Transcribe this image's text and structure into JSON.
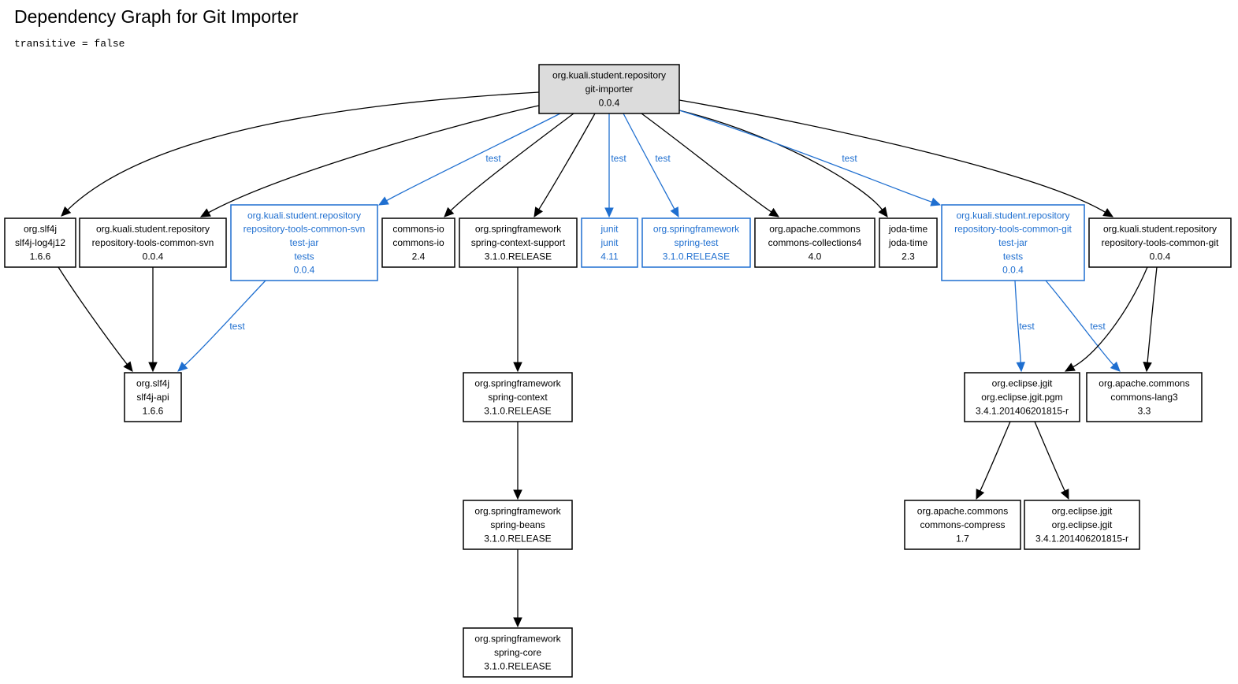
{
  "title": "Dependency Graph for Git Importer",
  "subtitle": "transitive = false",
  "colors": {
    "test": "#1f6fd0",
    "root_fill": "#dcdcdc",
    "default": "#000000"
  },
  "nodes": [
    {
      "id": "root",
      "lines": [
        "org.kuali.student.repository",
        "git-importer",
        "0.0.4"
      ],
      "style": "root"
    },
    {
      "id": "log4j12",
      "lines": [
        "org.slf4j",
        "slf4j-log4j12",
        "1.6.6"
      ],
      "style": "normal"
    },
    {
      "id": "rtc-svn",
      "lines": [
        "org.kuali.student.repository",
        "repository-tools-common-svn",
        "0.0.4"
      ],
      "style": "normal"
    },
    {
      "id": "rtc-svn-test",
      "lines": [
        "org.kuali.student.repository",
        "repository-tools-common-svn",
        "test-jar",
        "tests",
        "0.0.4"
      ],
      "style": "test"
    },
    {
      "id": "commons-io",
      "lines": [
        "commons-io",
        "commons-io",
        "2.4"
      ],
      "style": "normal"
    },
    {
      "id": "spring-context-support",
      "lines": [
        "org.springframework",
        "spring-context-support",
        "3.1.0.RELEASE"
      ],
      "style": "normal"
    },
    {
      "id": "junit",
      "lines": [
        "junit",
        "junit",
        "4.11"
      ],
      "style": "test"
    },
    {
      "id": "spring-test",
      "lines": [
        "org.springframework",
        "spring-test",
        "3.1.0.RELEASE"
      ],
      "style": "test"
    },
    {
      "id": "collections4",
      "lines": [
        "org.apache.commons",
        "commons-collections4",
        "4.0"
      ],
      "style": "normal"
    },
    {
      "id": "joda-time",
      "lines": [
        "joda-time",
        "joda-time",
        "2.3"
      ],
      "style": "normal"
    },
    {
      "id": "rtc-git-test",
      "lines": [
        "org.kuali.student.repository",
        "repository-tools-common-git",
        "test-jar",
        "tests",
        "0.0.4"
      ],
      "style": "test"
    },
    {
      "id": "rtc-git",
      "lines": [
        "org.kuali.student.repository",
        "repository-tools-common-git",
        "0.0.4"
      ],
      "style": "normal"
    },
    {
      "id": "slf4j-api",
      "lines": [
        "org.slf4j",
        "slf4j-api",
        "1.6.6"
      ],
      "style": "normal"
    },
    {
      "id": "spring-context",
      "lines": [
        "org.springframework",
        "spring-context",
        "3.1.0.RELEASE"
      ],
      "style": "normal"
    },
    {
      "id": "jgit-pgm",
      "lines": [
        "org.eclipse.jgit",
        "org.eclipse.jgit.pgm",
        "3.4.1.201406201815-r"
      ],
      "style": "normal"
    },
    {
      "id": "lang3",
      "lines": [
        "org.apache.commons",
        "commons-lang3",
        "3.3"
      ],
      "style": "normal"
    },
    {
      "id": "spring-beans",
      "lines": [
        "org.springframework",
        "spring-beans",
        "3.1.0.RELEASE"
      ],
      "style": "normal"
    },
    {
      "id": "compress",
      "lines": [
        "org.apache.commons",
        "commons-compress",
        "1.7"
      ],
      "style": "normal"
    },
    {
      "id": "jgit",
      "lines": [
        "org.eclipse.jgit",
        "org.eclipse.jgit",
        "3.4.1.201406201815-r"
      ],
      "style": "normal"
    },
    {
      "id": "spring-core",
      "lines": [
        "org.springframework",
        "spring-core",
        "3.1.0.RELEASE"
      ],
      "style": "normal"
    }
  ],
  "edges": [
    {
      "from": "root",
      "to": "log4j12",
      "label": ""
    },
    {
      "from": "root",
      "to": "rtc-svn",
      "label": ""
    },
    {
      "from": "root",
      "to": "rtc-svn-test",
      "label": "test"
    },
    {
      "from": "root",
      "to": "commons-io",
      "label": ""
    },
    {
      "from": "root",
      "to": "spring-context-support",
      "label": ""
    },
    {
      "from": "root",
      "to": "junit",
      "label": "test"
    },
    {
      "from": "root",
      "to": "spring-test",
      "label": "test"
    },
    {
      "from": "root",
      "to": "collections4",
      "label": ""
    },
    {
      "from": "root",
      "to": "joda-time",
      "label": ""
    },
    {
      "from": "root",
      "to": "rtc-git-test",
      "label": "test"
    },
    {
      "from": "root",
      "to": "rtc-git",
      "label": ""
    },
    {
      "from": "log4j12",
      "to": "slf4j-api",
      "label": ""
    },
    {
      "from": "rtc-svn",
      "to": "slf4j-api",
      "label": ""
    },
    {
      "from": "rtc-svn-test",
      "to": "slf4j-api",
      "label": "test"
    },
    {
      "from": "spring-context-support",
      "to": "spring-context",
      "label": ""
    },
    {
      "from": "spring-context",
      "to": "spring-beans",
      "label": ""
    },
    {
      "from": "spring-beans",
      "to": "spring-core",
      "label": ""
    },
    {
      "from": "rtc-git-test",
      "to": "jgit-pgm",
      "label": "test"
    },
    {
      "from": "rtc-git-test",
      "to": "lang3",
      "label": "test"
    },
    {
      "from": "rtc-git",
      "to": "jgit-pgm",
      "label": ""
    },
    {
      "from": "rtc-git",
      "to": "lang3",
      "label": ""
    },
    {
      "from": "jgit-pgm",
      "to": "compress",
      "label": ""
    },
    {
      "from": "jgit-pgm",
      "to": "jgit",
      "label": ""
    }
  ]
}
